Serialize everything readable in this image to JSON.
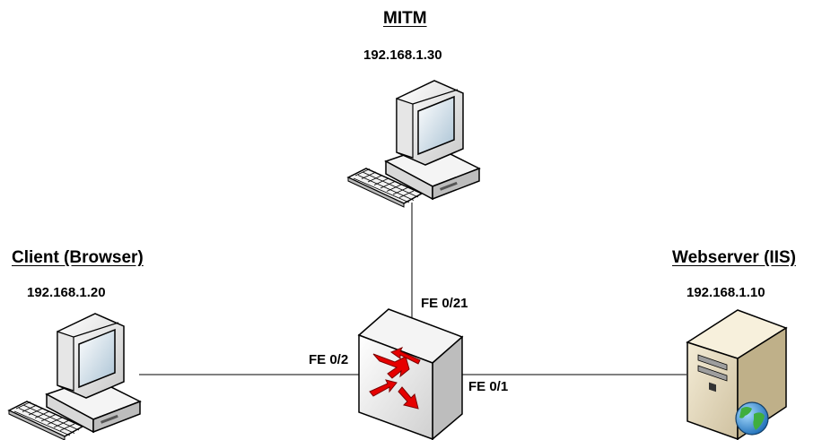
{
  "nodes": {
    "mitm": {
      "title": "MITM",
      "ip": "192.168.1.30",
      "icon": "desktop-computer-icon"
    },
    "client": {
      "title": "Client (Browser)",
      "ip": "192.168.1.20",
      "icon": "desktop-computer-icon"
    },
    "webserver": {
      "title": "Webserver (IIS)",
      "ip": "192.168.1.10",
      "icon": "server-globe-icon"
    },
    "switch": {
      "icon": "network-switch-icon"
    }
  },
  "ports": {
    "mitm": "FE 0/21",
    "client": "FE 0/2",
    "webserver": "FE 0/1"
  },
  "colors": {
    "switch_arrows": "#e60000",
    "globe": "#2e8fd8",
    "line": "#000000"
  }
}
